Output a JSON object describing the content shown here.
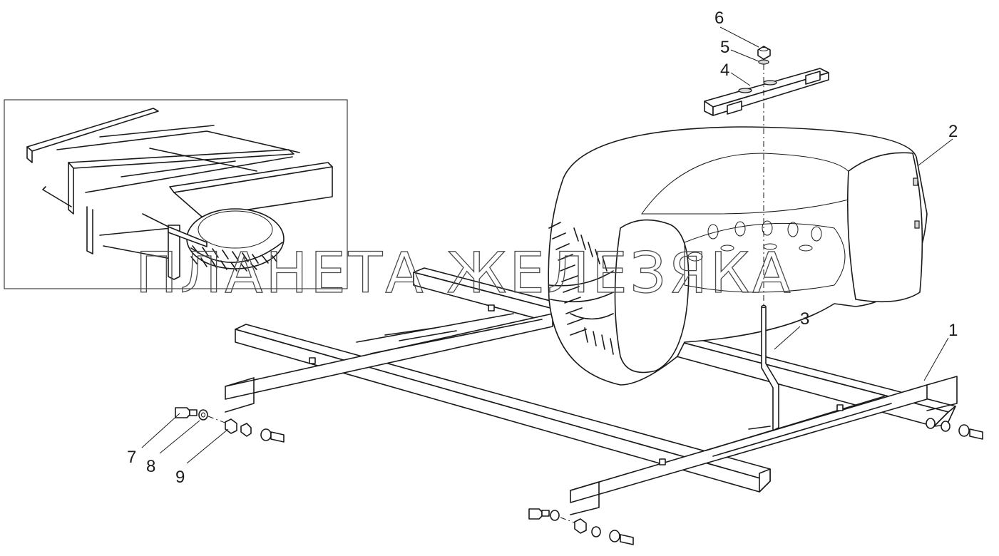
{
  "watermark": "ПЛАНЕТА ЖЕЛЕЗЯКА",
  "callouts": [
    "1",
    "2",
    "3",
    "4",
    "5",
    "6",
    "7",
    "8",
    "9"
  ],
  "parts": {
    "frame": "1",
    "spare_wheel": "2",
    "hook_bolt": "3",
    "clamp_plate": "4",
    "washer": "5",
    "nut": "6",
    "bolt": "7",
    "spring_washer": "8",
    "fastener_nut": "9"
  }
}
